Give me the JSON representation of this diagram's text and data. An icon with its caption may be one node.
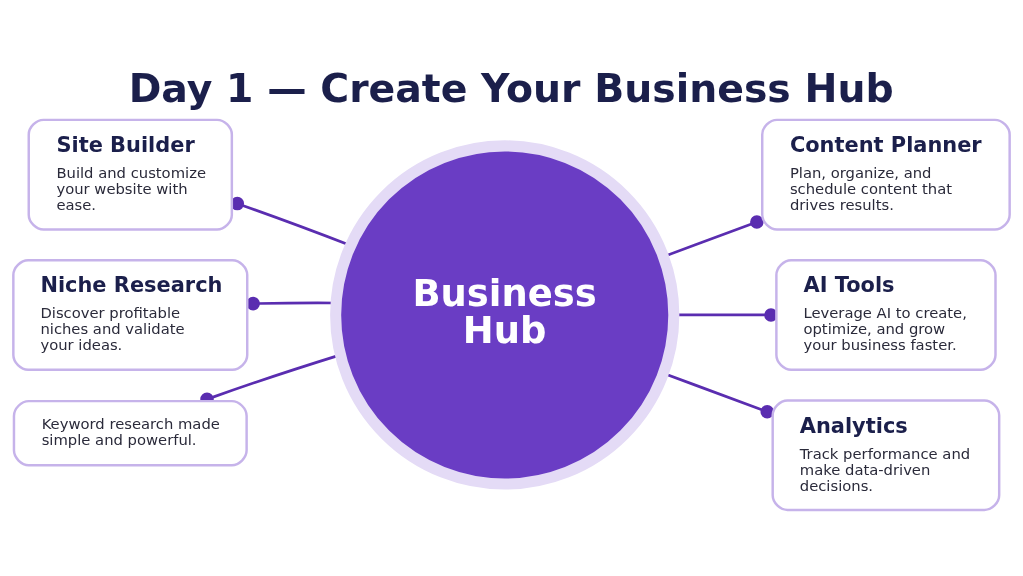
{
  "diagram": {
    "title": "Day 1 — Create Your Business Hub",
    "nodes": [
      {
        "text": [
          "Site Builder",
          "Build and customize your website with ease."
        ]
      },
      {
        "text": [
          "Content Planner",
          "Plan, organize, and schedule content that drives results."
        ]
      },
      {
        "text": [
          "Niche Research",
          "Discover profitable niches and validate your ideas."
        ]
      },
      {
        "text": [
          "Business Hub"
        ]
      },
      {
        "text": [
          "AI Tools",
          "Leverage AI to create, optimize, and grow your business faster."
        ]
      },
      {
        "text": [
          "Keyword research made simple and powerful."
        ]
      },
      {
        "text": [
          "Analytics",
          "Track performance and make data-driven decisions."
        ]
      }
    ],
    "edges": [
      {
        "from": 3,
        "to": 0,
        "arrow": "other"
      },
      {
        "from": 3,
        "to": 1,
        "arrow": "other"
      },
      {
        "from": 3,
        "to": 2,
        "arrow": "other"
      },
      {
        "from": 3,
        "to": 4,
        "arrow": "other"
      },
      {
        "from": 3,
        "to": 5,
        "arrow": "other"
      },
      {
        "from": 3,
        "to": 6,
        "arrow": "other"
      }
    ]
  }
}
